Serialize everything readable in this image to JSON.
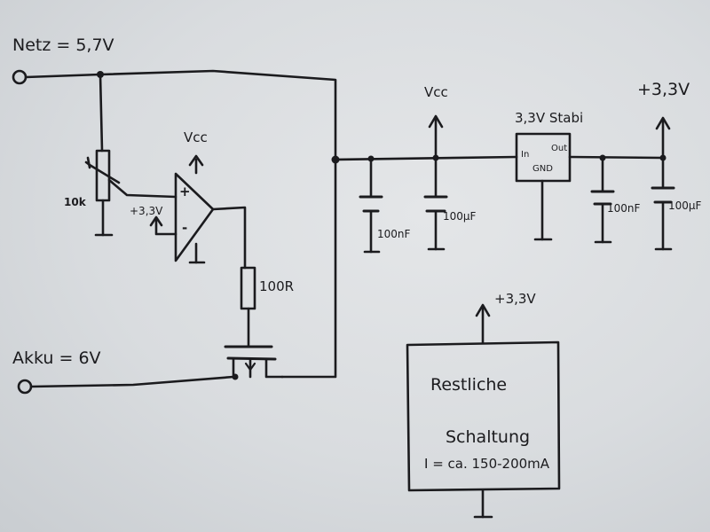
{
  "labels": {
    "netz": "Netz = 5,7V",
    "akku": "Akku = 6V",
    "r_pot": "10k",
    "opamp_vcc": "Vcc",
    "opamp_ref": "+3,3V",
    "opamp_plus": "+",
    "opamp_minus": "-",
    "r_gate": "100R",
    "c1": "100nF",
    "c2": "100µF",
    "vcc_rail": "Vcc",
    "reg_title": "3,3V Stabi",
    "reg_in": "In",
    "reg_out": "Out",
    "reg_gnd": "GND",
    "c3": "100nF",
    "c4": "100µF",
    "out_33v": "+3,3V",
    "load_supply": "+3,3V",
    "load_line1": "Restliche",
    "load_line2": "Schaltung",
    "load_line3": "I = ca. 150-200mA"
  },
  "colors": {
    "ink": "#1b1b1e",
    "paper": "#dcdfe2"
  }
}
